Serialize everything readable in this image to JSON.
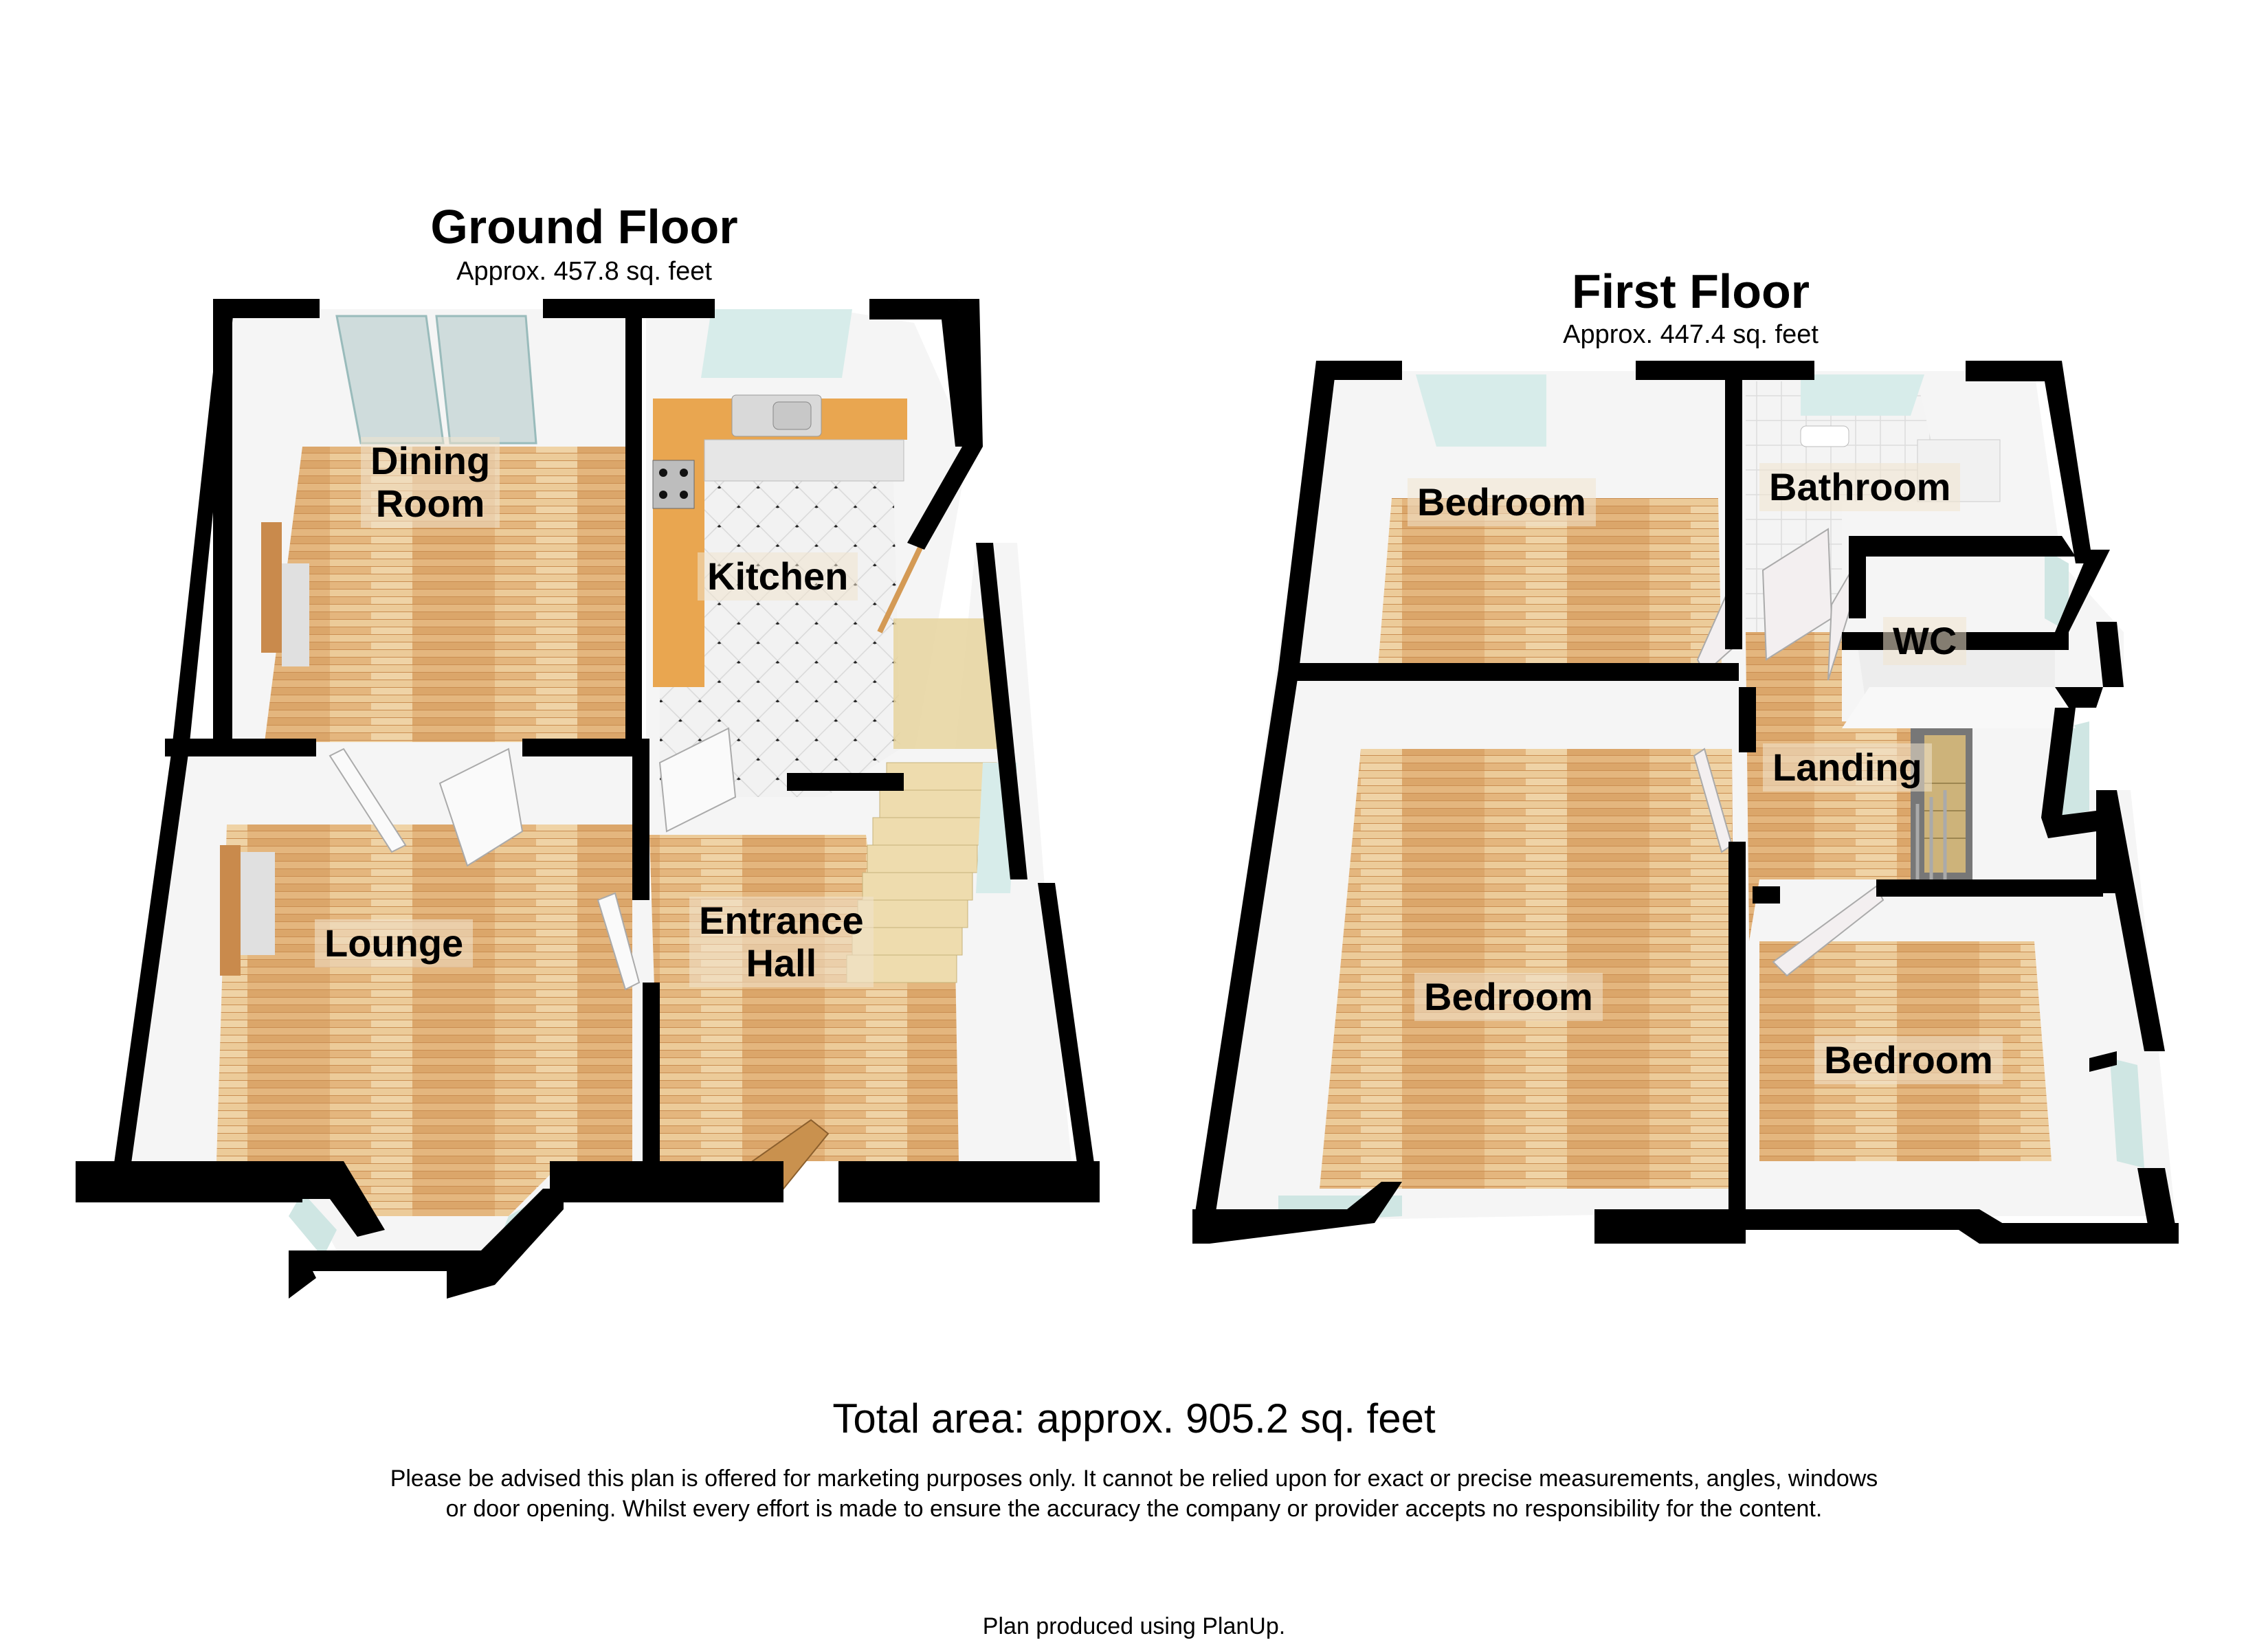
{
  "ground_floor": {
    "title": "Ground Floor",
    "area": "Approx. 457.8 sq. feet",
    "rooms": {
      "dining_room": "Dining\nRoom",
      "kitchen": "Kitchen",
      "lounge": "Lounge",
      "entrance_hall": "Entrance\nHall"
    }
  },
  "first_floor": {
    "title": "First Floor",
    "area": "Approx. 447.4 sq. feet",
    "rooms": {
      "bedroom_rear": "Bedroom",
      "bathroom": "Bathroom",
      "wc": "WC",
      "landing": "Landing",
      "bedroom_front_left": "Bedroom",
      "bedroom_front_right": "Bedroom"
    }
  },
  "footer": {
    "total_area": "Total area: approx. 905.2 sq. feet",
    "disclaimer": "Please be advised this plan is offered for marketing purposes only. It cannot be relied upon for exact or precise measurements, angles, windows or door opening. Whilst every effort is made to ensure the accuracy the company or provider accepts no responsibility for the content.",
    "credit": "Plan produced using PlanUp."
  },
  "colors": {
    "wall": "#000000",
    "wood_floor": "#e2b47c",
    "tile_floor": "#eeeeee",
    "wall_inner": "#f4f4f4",
    "glass": "#cfe6e3",
    "counter": "#e9a650",
    "stairs": "#e8d6a4"
  }
}
